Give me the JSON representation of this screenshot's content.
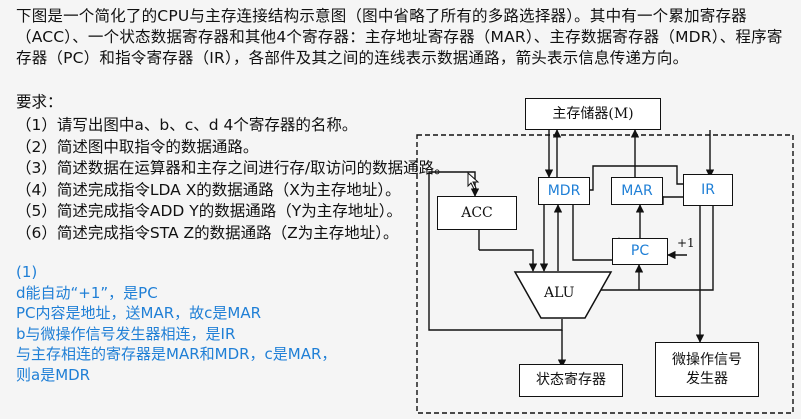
{
  "question": {
    "text": "下图是一个简化了的CPU与主存连接结构示意图（图中省略了所有的多路选择器）。其中有一个累加寄存器（ACC）、一个状态数据寄存器和其他4个寄存器：主存地址寄存器（MAR）、主存数据寄存器（MDR）、程序寄存器（PC）和指令寄存器（IR），各部件及其之间的连线表示数据通路，箭头表示信息传递方向。",
    "requirements_title": "要求：",
    "requirements": [
      "（1）请写出图中a、b、c、d 4个寄存器的名称。",
      "（2）简述图中取指令的数据通路。",
      "（3）简述数据在运算器和主存之间进行存/取访问的数据通路。",
      "（4）简述完成指令LDA X的数据通路（X为主存地址）。",
      "（5）简述完成指令ADD Y的数据通路（Y为主存地址）。",
      "（6）简述完成指令STA Z的数据通路（Z为主存地址）。"
    ]
  },
  "answer": {
    "lines": [
      "(1)",
      "d能自动“+1”，是PC",
      "PC内容是地址，送MAR，故c是MAR",
      "b与微操作信号发生器相连，是IR",
      "与主存相连的寄存器是MAR和MDR，c是MAR，",
      "则a是MDR"
    ],
    "color": "#1f7fd6"
  },
  "diagram": {
    "memory": "主存储器(M)",
    "mdr": "MDR",
    "mar": "MAR",
    "ir": "IR",
    "acc": "ACC",
    "pc": "PC",
    "plus_one": "+1",
    "alu": "ALU",
    "status_register": "状态寄存器",
    "control_unit_line1": "微操作信号",
    "control_unit_line2": "发生器"
  },
  "colors": {
    "annotation_blue": "#1f7fd6",
    "background": "#f5f5f5"
  }
}
